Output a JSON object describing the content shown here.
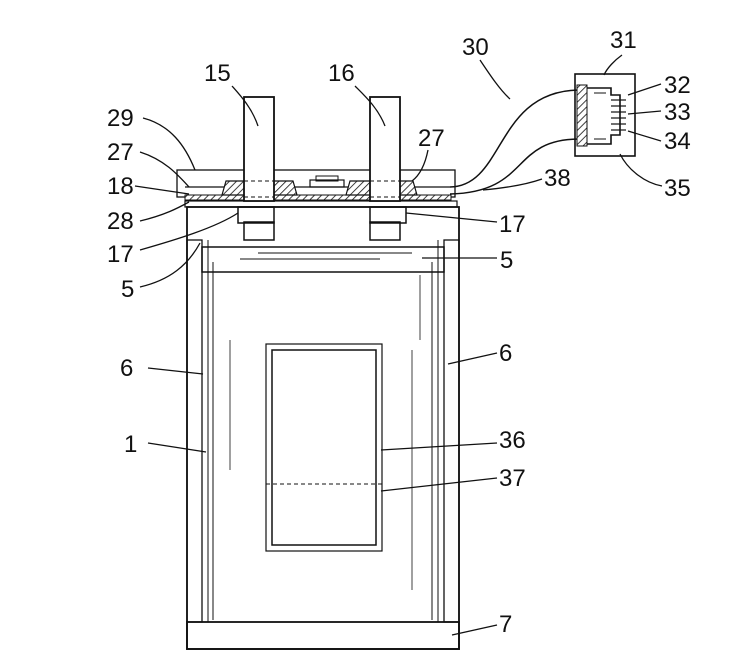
{
  "labels": {
    "l1": "1",
    "l5a": "5",
    "l5b": "5",
    "l6a": "6",
    "l6b": "6",
    "l7": "7",
    "l15": "15",
    "l16": "16",
    "l17a": "17",
    "l17b": "17",
    "l18": "18",
    "l27a": "27",
    "l27b": "27",
    "l28": "28",
    "l29": "29",
    "l30": "30",
    "l31": "31",
    "l32": "32",
    "l33": "33",
    "l34": "34",
    "l35": "35",
    "l36": "36",
    "l37": "37",
    "l38": "38"
  }
}
